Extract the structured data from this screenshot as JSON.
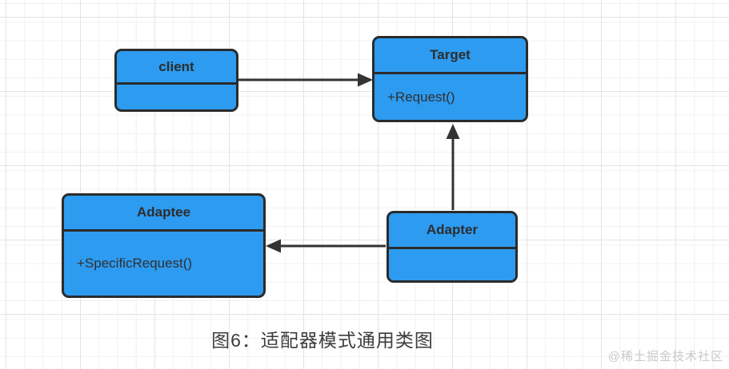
{
  "diagram": {
    "caption": "图6：适配器模式通用类图",
    "watermark": "@稀土掘金技术社区",
    "classes": [
      {
        "id": "client",
        "title": "client",
        "members": []
      },
      {
        "id": "target",
        "title": "Target",
        "members": [
          "+Request()"
        ]
      },
      {
        "id": "adaptee",
        "title": "Adaptee",
        "members": [
          "+SpecificRequest()"
        ]
      },
      {
        "id": "adapter",
        "title": "Adapter",
        "members": []
      }
    ],
    "relations": [
      {
        "from": "client",
        "to": "Target",
        "style": "solid-filled-arrow",
        "direction": "right"
      },
      {
        "from": "Adapter",
        "to": "Target",
        "style": "solid-filled-arrow",
        "direction": "up"
      },
      {
        "from": "Adapter",
        "to": "Adaptee",
        "style": "solid-filled-arrow",
        "direction": "left"
      }
    ],
    "colors": {
      "box_fill": "#2d9bf0",
      "box_border": "#2b2b2b",
      "arrow": "#333333",
      "title_text": "#2d2d2d",
      "member_text": "#303030",
      "caption_text": "#3c3c3c",
      "watermark_text": "#c9c9c9",
      "grid_minor": "#f0f0f0",
      "grid_major": "#e3e3e3",
      "background": "#ffffff"
    }
  }
}
